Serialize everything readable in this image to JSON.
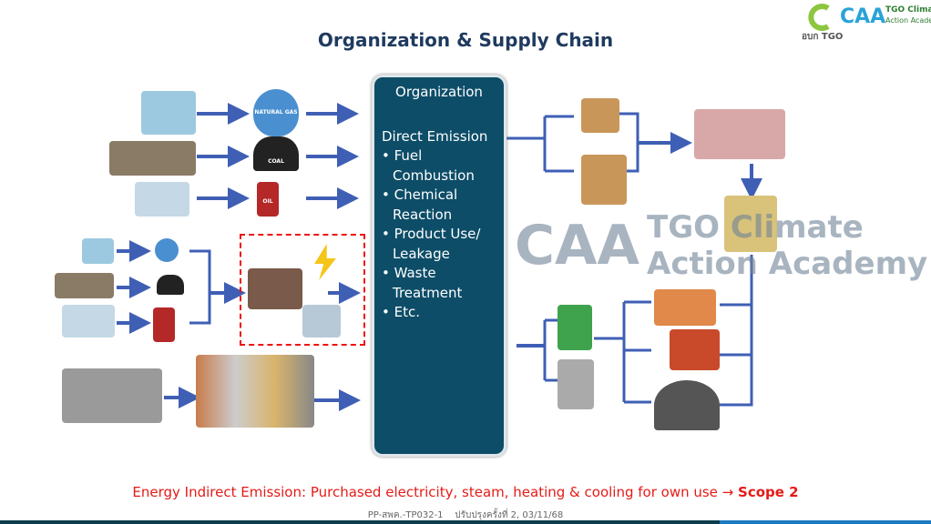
{
  "title": "Organization & Supply Chain",
  "logo": {
    "mark": "CAA",
    "line1": "TGO Climate",
    "line2": "Action Academy",
    "sub": "อบก TGO"
  },
  "organization": {
    "heading": "Organization",
    "subheading": "Direct Emission",
    "items": [
      "• Fuel Combustion",
      "• Chemical Reaction",
      "• Product Use/ Leakage",
      "• Waste Treatment",
      "• Etc."
    ]
  },
  "icons": {
    "gas": "NATURAL GAS",
    "coal": "COAL",
    "oil": "OIL"
  },
  "watermark": {
    "mark": "CAA",
    "line1": "TGO Climate",
    "line2": "Action Academy"
  },
  "bottom": {
    "text": "Energy Indirect Emission: Purchased electricity, steam, heating & cooling for own use → ",
    "scope": "Scope 2"
  },
  "footer": "PP-สพค.-TP032-1    ปรับปรุงครั้งที่ 2, 03/11/68",
  "colors": {
    "arrow": "#3f5fb5",
    "org_box": "#0d4d68",
    "highlight": "#e11111"
  }
}
